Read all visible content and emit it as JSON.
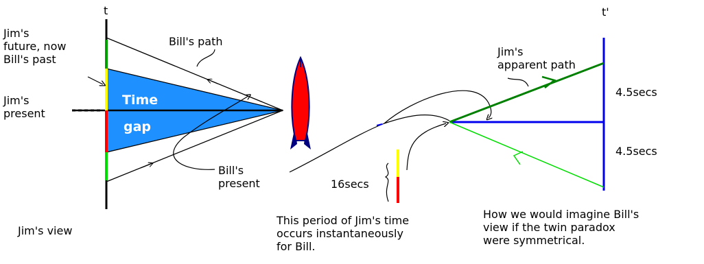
{
  "left_diagram": {
    "axis_label": "t",
    "time_gap_line1": "Time",
    "time_gap_line2": "gap",
    "jims_future_label": "Jim's\nfuture, now\nBill's past",
    "jims_present_label": "Jim's\npresent",
    "bills_path_label": "Bill's path",
    "bills_present_label": "Bill's\npresent",
    "jims_view_label": "Jim's view"
  },
  "middle": {
    "duration_label": "16secs",
    "caption": "This period of Jim's time\noccurs instantaneously\nfor Bill."
  },
  "right_diagram": {
    "axis_label": "t'",
    "apparent_path_label": "Jim's\napparent path",
    "upper_interval": "4.5secs",
    "lower_interval": "4.5secs",
    "caption": "How we would imagine Bill's\nview if the twin paradox\nwere symmetrical."
  },
  "colors": {
    "time_gap_fill": "#1e90ff",
    "jims_future": "#ffff00",
    "jims_present": "#ff0000",
    "outer_green": "#00a000",
    "apparent_path": "#008000",
    "light_green": "#00dd00",
    "axis_blue": "#0000ee",
    "rocket_red": "#ff0000",
    "rocket_fin": "#000080"
  }
}
